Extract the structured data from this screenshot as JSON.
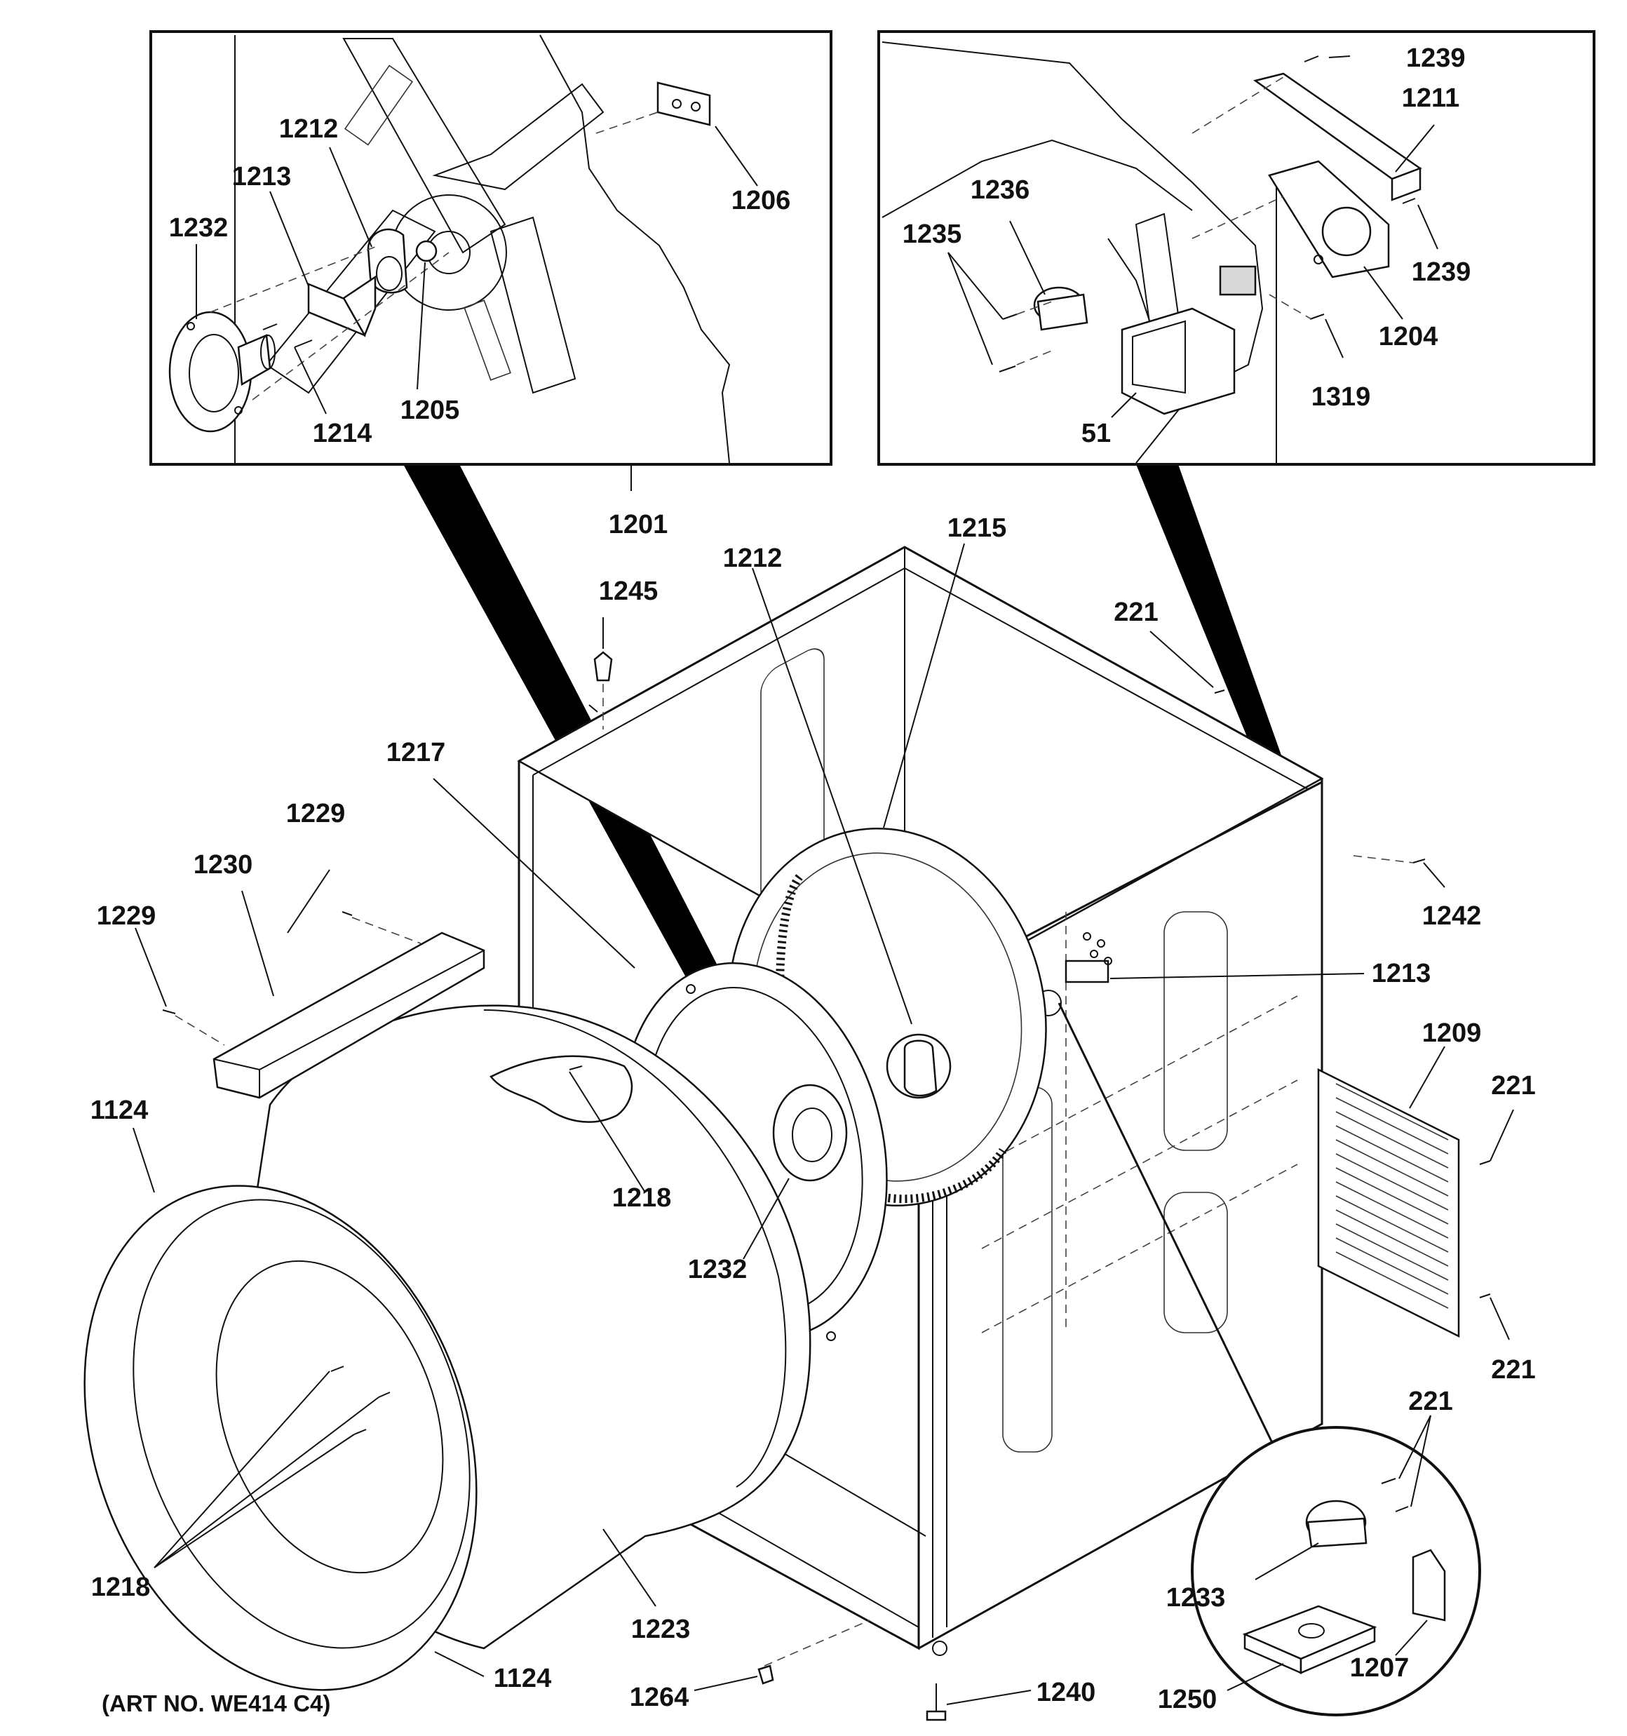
{
  "diagram": {
    "art_number": "(ART NO. WE414 C4)",
    "callouts": {
      "c1239a": "1239",
      "c1211": "1211",
      "c1239b": "1239",
      "c1204": "1204",
      "c1319": "1319",
      "c1236": "1236",
      "c1235": "1235",
      "c51": "51",
      "c1212a": "1212",
      "c1213a": "1213",
      "c1232a": "1232",
      "c1214": "1214",
      "c1205": "1205",
      "c1206": "1206",
      "c1201": "1201",
      "c1212b": "1212",
      "c1215": "1215",
      "c1245": "1245",
      "c221a": "221",
      "c1217": "1217",
      "c1229a": "1229",
      "c1230": "1230",
      "c1229b": "1229",
      "c1242": "1242",
      "c1213b": "1213",
      "c1209": "1209",
      "c221b": "221",
      "c221c": "221",
      "c221d": "221",
      "c1124a": "1124",
      "c1218a": "1218",
      "c1232b": "1232",
      "c1218b": "1218",
      "c1223": "1223",
      "c1124b": "1124",
      "c1233": "1233",
      "c1250": "1250",
      "c1207": "1207",
      "c1264": "1264",
      "c1240": "1240"
    }
  }
}
